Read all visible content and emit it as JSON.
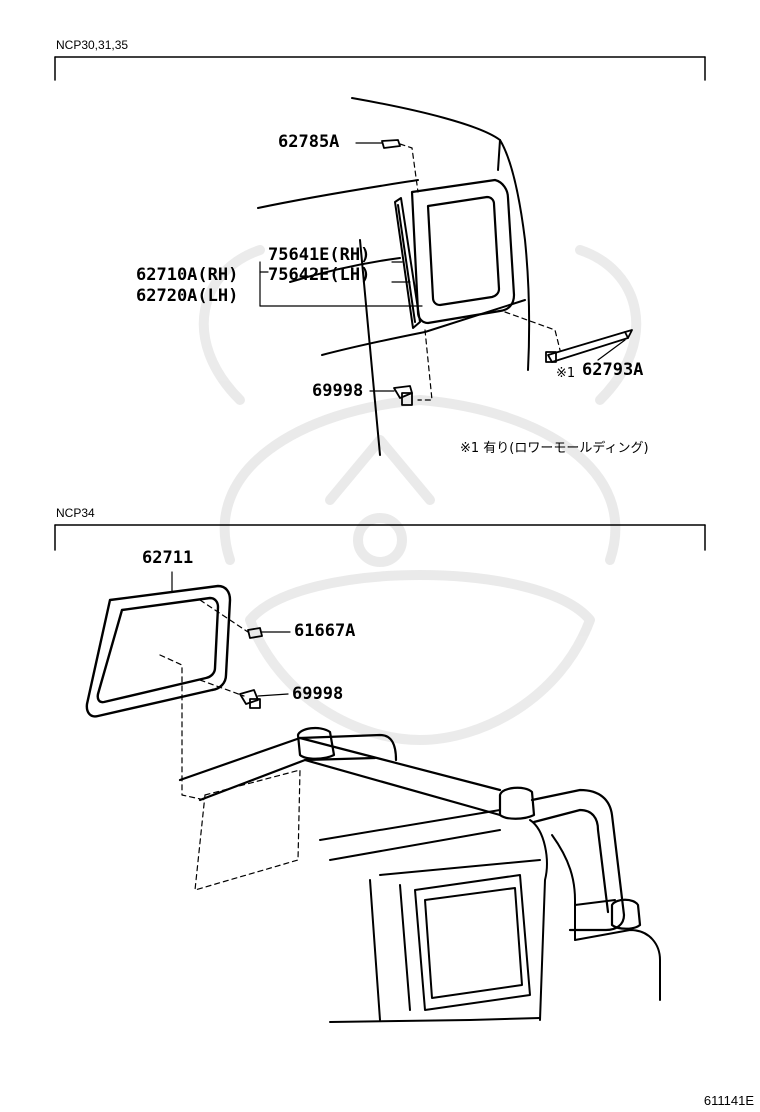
{
  "sections": [
    {
      "label": "NCP30,31,35"
    },
    {
      "label": "NCP34"
    }
  ],
  "parts_top": {
    "p62785A": "62785A",
    "p75641E": "75641E(RH)",
    "p75642E": "75642E(LH)",
    "p62710A": "62710A(RH)",
    "p62720A": "62720A(LH)",
    "p69998": "69998",
    "p62793A": "62793A",
    "mark1": "※1"
  },
  "note": "※1 有り(ロワーモールディング)",
  "parts_bottom": {
    "p62711": "62711",
    "p61667A": "61667A",
    "p69998": "69998"
  },
  "figure_id": "611141E"
}
